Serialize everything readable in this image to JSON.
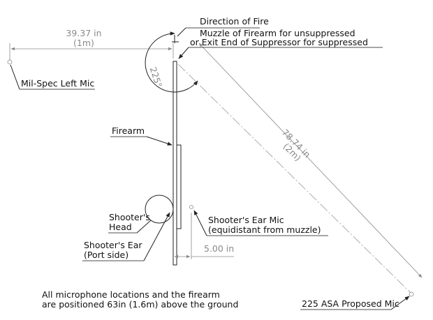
{
  "labels": {
    "direction_of_fire": "Direction of Fire",
    "muzzle_line1": "Muzzle of Firearm for unsuppressed",
    "muzzle_line2": "or Exit End of Suppressor for suppressed",
    "left_mic": "Mil-Spec Left Mic",
    "firearm": "Firearm",
    "head_line1": "Shooter's",
    "head_line2": "Head",
    "ear_line1": "Shooter's Ear",
    "ear_line2": "(Port side)",
    "ear_mic_line1": "Shooter's Ear Mic",
    "ear_mic_line2": "(equidistant from muzzle)",
    "proposed_mic": "225 ASA Proposed Mic"
  },
  "dimensions": {
    "left_distance_in": "39.37 in",
    "left_distance_m": "(1m)",
    "angle": "225°",
    "diag_distance_in": "78.74 in",
    "diag_distance_m": "(2m)",
    "ear_offset": "5.00 in"
  },
  "note": {
    "line1": "All microphone locations and the firearm",
    "line2": "are positioned 63in (1.6m) above the ground"
  },
  "colors": {
    "line": "#222222",
    "dimension": "#8a8a8a"
  }
}
